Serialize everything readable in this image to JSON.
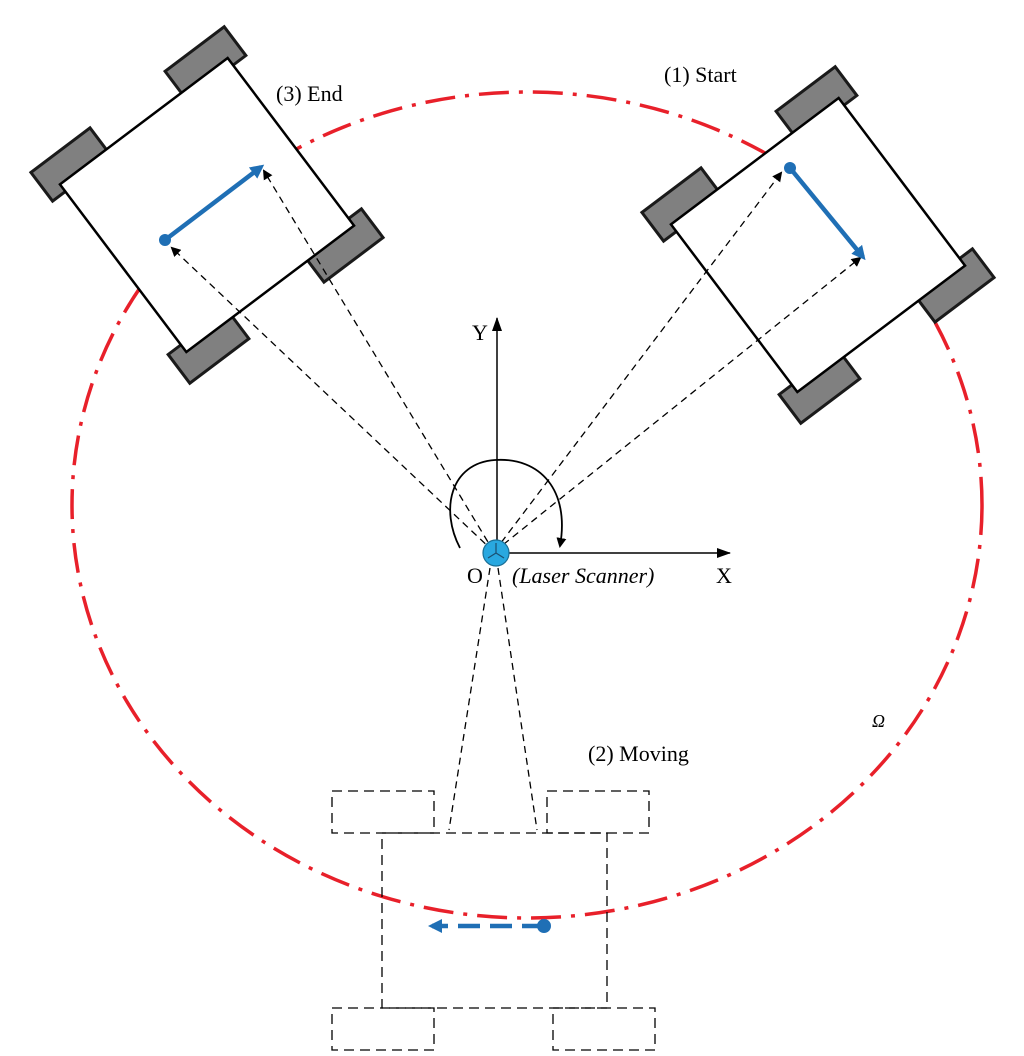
{
  "labels": {
    "start": "(1) Start",
    "moving": "(2) Moving",
    "end": "(3) End",
    "y_axis": "Y",
    "x_axis": "X",
    "origin": "O",
    "scanner": "(Laser Scanner)",
    "region": "Ω"
  },
  "colors": {
    "trajectory": "#e8202a",
    "heading_arrow": "#1f6fb5",
    "scanner": "#29a8e0",
    "wheel": "#808080",
    "outline": "#000000"
  }
}
